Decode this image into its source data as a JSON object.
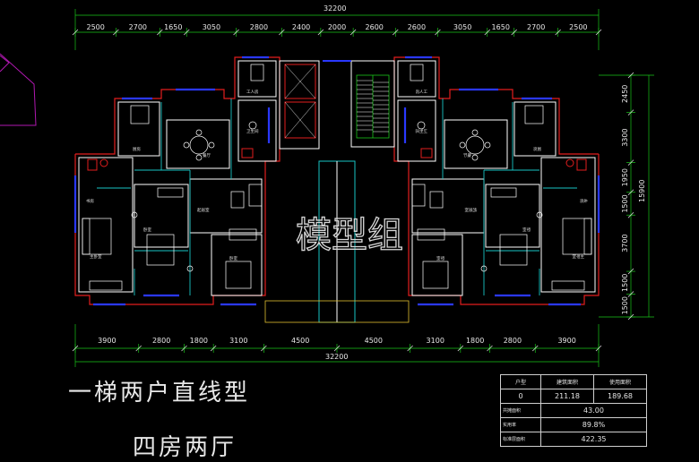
{
  "overall_dimension": "32200",
  "top_dims": [
    "2500",
    "2700",
    "1650",
    "3050",
    "2800",
    "2400",
    "2000",
    "2600",
    "2600",
    "3050",
    "1650",
    "2700",
    "2500"
  ],
  "bottom_dims": [
    "3900",
    "2800",
    "1800",
    "3100",
    "4500",
    "4500",
    "3100",
    "1800",
    "2800",
    "3900"
  ],
  "right_dims": [
    "2450",
    "3300",
    "1950",
    "1500",
    "3700",
    "1500",
    "1500"
  ],
  "right_total": "15900",
  "watermark": "模型组",
  "title_line1": "一梯两户直线型",
  "title_line2": "四房两厅",
  "room_labels": {
    "kitchen": "厨房",
    "dining": "餐厅",
    "bathroom": "卫生间",
    "servant": "工人房",
    "master_bedroom": "主卧室",
    "bedroom": "卧室",
    "living": "起居室",
    "study": "书房"
  },
  "schedule": {
    "headers": [
      "户型",
      "建筑面积",
      "使用面积"
    ],
    "unit_row": [
      "0",
      "211.18",
      "189.68"
    ],
    "rows": [
      {
        "label": "共摊面积",
        "value": "43.00"
      },
      {
        "label": "实用率",
        "value": "89.8%"
      },
      {
        "label": "标准层面积",
        "value": "422.35"
      }
    ]
  },
  "colors": {
    "background": "#000000",
    "dimension_line": "#19c519",
    "exterior_wall": "#e21e1e",
    "wall": "#ffffff",
    "partition": "#19c4c4",
    "window": "#2a38ff",
    "magenta_line": "#b018b0"
  }
}
